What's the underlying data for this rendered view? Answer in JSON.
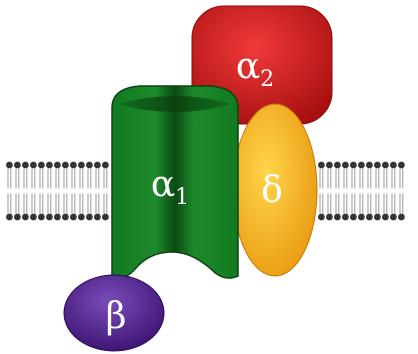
{
  "diagram": {
    "colors": {
      "background": "#ffffff",
      "lipid_head": "#333333",
      "lipid_tail": "#9a9a9a",
      "alpha1": "#1d8a2b",
      "alpha1_dark": "#0b4a12",
      "alpha1_light": "#3fb24a",
      "alpha2": "#c41818",
      "alpha2_highlight": "#f03a3a",
      "delta": "#f0a814",
      "delta_highlight": "#ffd54a",
      "beta": "#4a1d86",
      "beta_highlight": "#7a4cb8",
      "label": "#ffffff"
    },
    "subunits": {
      "alpha1": {
        "greek": "α",
        "subscript": "1"
      },
      "alpha2": {
        "greek": "α",
        "subscript": "2"
      },
      "delta": {
        "greek": "δ"
      },
      "beta": {
        "greek": "β"
      }
    }
  }
}
